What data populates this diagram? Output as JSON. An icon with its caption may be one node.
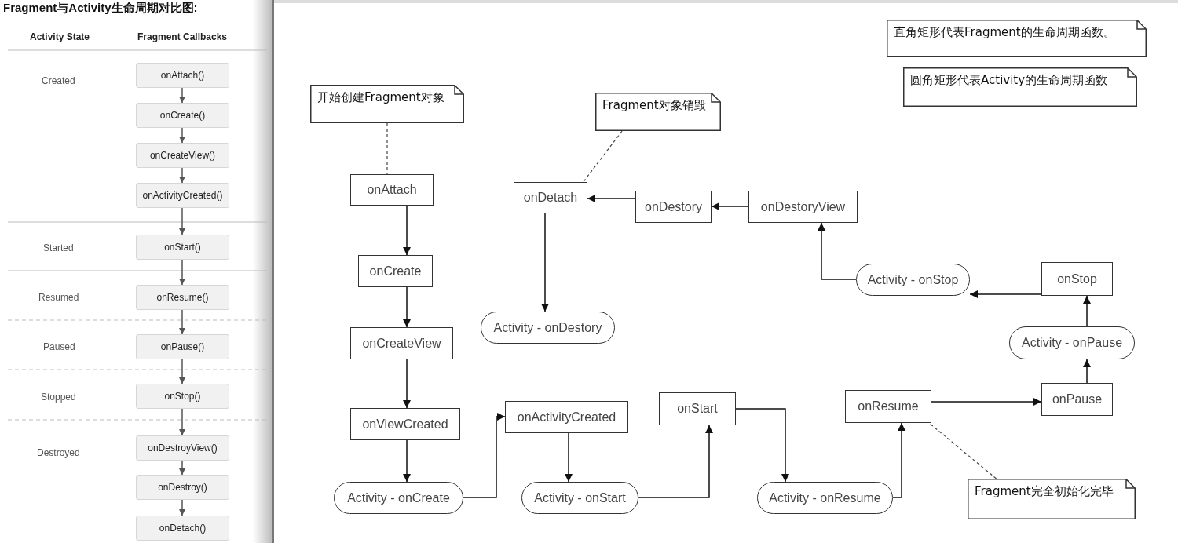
{
  "diagram": {
    "title": "Fragment与Activity生命周期对比图:",
    "nodes": [
      {
        "text": [
          "onAttach()"
        ]
      },
      {
        "text": [
          "onCreate()"
        ]
      },
      {
        "text": [
          "onCreateView()"
        ]
      },
      {
        "text": [
          "onActivityCreated()"
        ]
      },
      {
        "text": [
          "onStart()"
        ]
      },
      {
        "text": [
          "onResume()"
        ]
      },
      {
        "text": [
          "onPause()"
        ]
      },
      {
        "text": [
          "onStop()"
        ]
      },
      {
        "text": [
          "onDestroyView()"
        ]
      },
      {
        "text": [
          "onDestroy()"
        ]
      },
      {
        "text": [
          "onDetach()"
        ]
      },
      {
        "text": [
          "开始创建Fragment对象"
        ]
      },
      {
        "text": [
          "Fragment对象销毁"
        ]
      },
      {
        "text": [
          "直角矩形代表Fragment的生命周期函数。"
        ]
      },
      {
        "text": [
          "圆角矩形代表Activity的生命周期函数"
        ]
      },
      {
        "text": [
          "onAttach"
        ]
      },
      {
        "text": [
          "onDetach"
        ]
      },
      {
        "text": [
          "onDestory"
        ]
      },
      {
        "text": [
          "onDestoryView"
        ]
      },
      {
        "text": [
          "onCreate"
        ]
      },
      {
        "text": [
          "Activity - onDestory"
        ]
      },
      {
        "text": [
          "onCreateView"
        ]
      },
      {
        "text": [
          "Activity - onStop"
        ]
      },
      {
        "text": [
          "onStop"
        ]
      },
      {
        "text": [
          "Activity - onPause"
        ]
      },
      {
        "text": [
          "onViewCreated"
        ]
      },
      {
        "text": [
          "onActivityCreated"
        ]
      },
      {
        "text": [
          "onStart"
        ]
      },
      {
        "text": [
          "onResume"
        ]
      },
      {
        "text": [
          "onPause"
        ]
      },
      {
        "text": [
          "Activity - onCreate"
        ]
      },
      {
        "text": [
          "Activity - onStart"
        ]
      },
      {
        "text": [
          "Activity - onResume"
        ]
      },
      {
        "text": [
          "Fragment完全初始化完毕"
        ]
      }
    ],
    "edges": [
      {
        "from": 0,
        "to": 1,
        "arrow": "to",
        "color": "#555555"
      },
      {
        "from": 1,
        "to": 2,
        "arrow": "to",
        "color": "#555555"
      },
      {
        "from": 2,
        "to": 3,
        "arrow": "to",
        "color": "#555555"
      },
      {
        "from": 3,
        "to": 4,
        "arrow": "to",
        "color": "#555555"
      },
      {
        "from": 4,
        "to": 5,
        "arrow": "to",
        "color": "#555555"
      },
      {
        "from": 5,
        "to": 6,
        "arrow": "to",
        "color": "#555555"
      },
      {
        "from": 6,
        "to": 7,
        "arrow": "to",
        "color": "#555555"
      },
      {
        "from": 7,
        "to": 8,
        "arrow": "to",
        "color": "#555555"
      },
      {
        "from": 8,
        "to": 9,
        "arrow": "to",
        "color": "#555555"
      },
      {
        "from": 9,
        "to": 10,
        "arrow": "to",
        "color": "#555555"
      },
      {
        "from": 15,
        "to": 19,
        "arrow": "to"
      },
      {
        "from": 19,
        "to": 21,
        "arrow": "to"
      },
      {
        "from": 21,
        "to": 25,
        "arrow": "to"
      },
      {
        "from": 25,
        "to": 30,
        "arrow": "to"
      },
      {
        "from": 30,
        "to": 26,
        "arrow": "to"
      },
      {
        "from": 26,
        "to": 31,
        "arrow": "to"
      },
      {
        "from": 31,
        "to": 27,
        "arrow": "to"
      },
      {
        "from": 27,
        "to": 32,
        "arrow": "to"
      },
      {
        "from": 32,
        "to": 28,
        "arrow": "to"
      },
      {
        "from": 28,
        "to": 29,
        "arrow": "to"
      },
      {
        "from": 29,
        "to": 24,
        "arrow": "to"
      },
      {
        "from": 24,
        "to": 23,
        "arrow": "to"
      },
      {
        "from": 23,
        "to": 22,
        "arrow": "to"
      },
      {
        "from": 22,
        "to": 18,
        "arrow": "to"
      },
      {
        "from": 18,
        "to": 17,
        "arrow": "to"
      },
      {
        "from": 17,
        "to": 16,
        "arrow": "to"
      },
      {
        "from": 16,
        "to": 20,
        "arrow": "to"
      },
      {
        "from": 11,
        "to": 15,
        "arrow": "none",
        "style": "dashed"
      },
      {
        "from": 12,
        "to": 16,
        "arrow": "none",
        "style": "dashed"
      },
      {
        "from": 33,
        "to": 28,
        "arrow": "none",
        "style": "dashed"
      }
    ],
    "labels": [
      "Activity State",
      "Fragment Callbacks",
      "Created",
      "Started",
      "Resumed",
      "Paused",
      "Stopped",
      "Destroyed"
    ]
  }
}
